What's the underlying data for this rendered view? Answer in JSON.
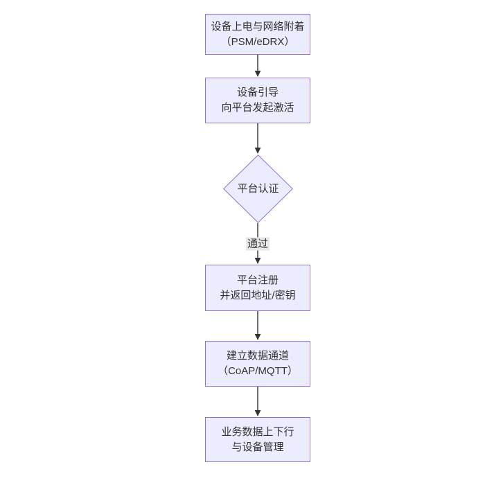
{
  "diagram": {
    "type": "flowchart",
    "direction": "top-down",
    "background": "#ffffff",
    "colors": {
      "node_fill": "#ececff",
      "node_border": "#9370db",
      "node_text": "#333333",
      "edge_line": "#333333",
      "edge_label_bg": "#e8e8e8",
      "edge_label_text": "#333333"
    },
    "nodes": [
      {
        "shape": "rect",
        "lines": [
          "设备上电与网络附着",
          "（PSM/eDRX）"
        ]
      },
      {
        "shape": "rect",
        "lines": [
          "设备引导",
          "向平台发起激活"
        ]
      },
      {
        "shape": "diamond",
        "lines": [
          "平台认证"
        ]
      },
      {
        "shape": "rect",
        "lines": [
          "平台注册",
          "并返回地址/密钥"
        ]
      },
      {
        "shape": "rect",
        "lines": [
          "建立数据通道",
          "（CoAP/MQTT）"
        ]
      },
      {
        "shape": "rect",
        "lines": [
          "业务数据上下行",
          "与设备管理"
        ]
      }
    ],
    "edges": [
      {
        "from": 0,
        "to": 1,
        "label": ""
      },
      {
        "from": 1,
        "to": 2,
        "label": ""
      },
      {
        "from": 2,
        "to": 3,
        "label": "通过"
      },
      {
        "from": 3,
        "to": 4,
        "label": ""
      },
      {
        "from": 4,
        "to": 5,
        "label": ""
      }
    ]
  }
}
